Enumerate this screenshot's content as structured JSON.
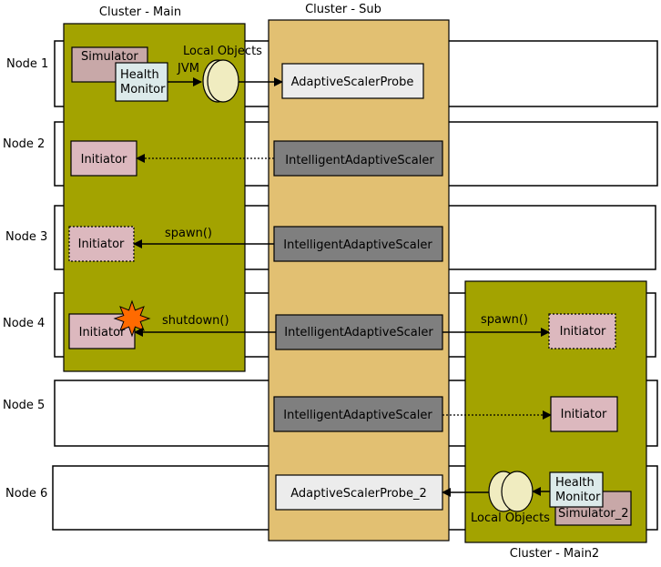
{
  "clusters": {
    "main": "Cluster - Main",
    "sub": "Cluster - Sub",
    "main2": "Cluster - Main2"
  },
  "nodes": [
    "Node 1",
    "Node 2",
    "Node 3",
    "Node 4",
    "Node 5",
    "Node 6"
  ],
  "node1": {
    "simulator": "Simulator",
    "health_monitor_line1": "Health",
    "health_monitor_line2": "Monitor",
    "local_objects": "Local Objects",
    "jvm": "JVM",
    "probe": "AdaptiveScalerProbe"
  },
  "node2": {
    "initiator": "Initiator",
    "scaler": "IntelligentAdaptiveScaler"
  },
  "node3": {
    "initiator": "Initiator",
    "scaler": "IntelligentAdaptiveScaler",
    "call": "spawn()"
  },
  "node4": {
    "initiator_left": "Initiator",
    "scaler": "IntelligentAdaptiveScaler",
    "call_left": "shutdown()",
    "call_right": "spawn()",
    "initiator_right": "Initiator"
  },
  "node5": {
    "scaler": "IntelligentAdaptiveScaler",
    "initiator": "Initiator"
  },
  "node6": {
    "probe": "AdaptiveScalerProbe_2",
    "health_monitor_line1": "Health",
    "health_monitor_line2": "Monitor",
    "simulator": "Simulator_2",
    "local_objects": "Local Objects"
  },
  "colors": {
    "cluster_green": "#a3a300",
    "cluster_sub": "#e2c072",
    "initiator_pink": "#dcb8be",
    "simulator_mauve": "#c8a8a8",
    "health_monitor": "#dceaea",
    "probe_gray": "#ececec",
    "scaler_gray": "#7f7f7f",
    "jvm_cream": "#f0ecc0",
    "burst_orange": "#ff6a00"
  }
}
